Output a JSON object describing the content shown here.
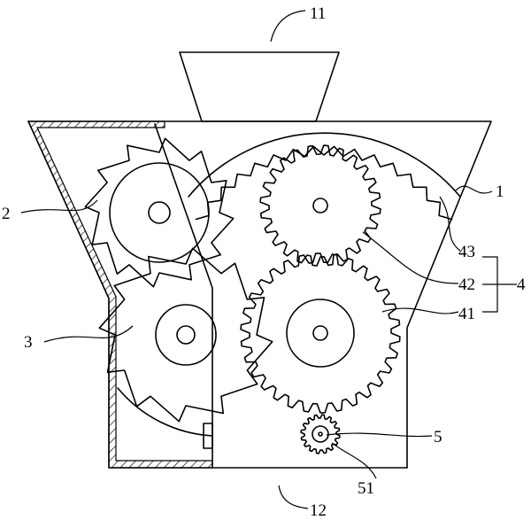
{
  "figure": {
    "labels": {
      "housing": "1",
      "left_cutter_upper": "2",
      "left_cutter_lower": "3",
      "gear_assembly": "4",
      "gear_41": "41",
      "gear_42": "42",
      "gear_43": "43",
      "pinion": "5",
      "pinion_shaft": "51",
      "inlet": "11",
      "outlet": "12"
    }
  }
}
